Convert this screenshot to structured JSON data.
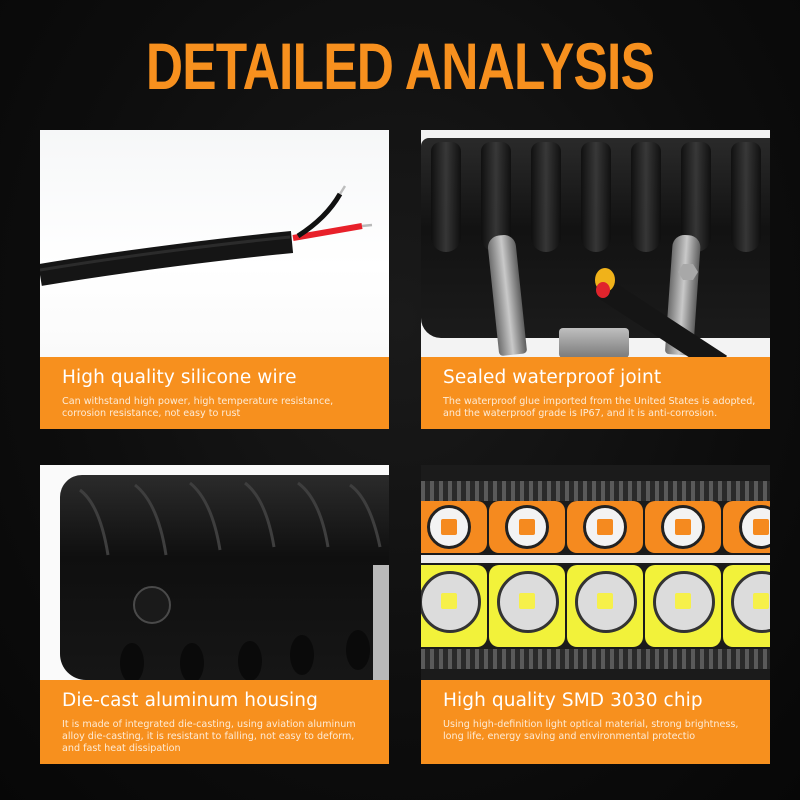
{
  "headline": "DETAILED ANALYSIS",
  "colors": {
    "accent": "#f7901e",
    "background": "#0d0d0d",
    "caption_text": "#ffffff"
  },
  "panels": [
    {
      "id": "silicone-wire",
      "image": "black cable with red and black silicone wires on white background",
      "title": "High quality silicone wire",
      "description_lines": [
        "Can withstand high power, high temperature resistance,",
        "corrosion resistance, not easy to rust"
      ]
    },
    {
      "id": "waterproof-joint",
      "image": "black finned heatsink with steel bracket and sealed cable entry",
      "title": "Sealed waterproof joint",
      "description_lines": [
        "The waterproof glue imported from the United States is adopted,",
        "and the waterproof grade is IP67, and it is anti-corrosion."
      ]
    },
    {
      "id": "aluminum-housing",
      "image": "black die-cast aluminum finned housing end cap",
      "title": "Die-cast aluminum housing",
      "description_lines": [
        "It is made of integrated die-casting, using aviation aluminum",
        "alloy die-casting, it is resistant to falling, not easy to deform,",
        "and fast heat dissipation"
      ]
    },
    {
      "id": "smd-chip",
      "image": "close-up of amber and white LED reflector rows",
      "title": "High quality SMD 3030 chip",
      "description_lines": [
        "Using high-definition light optical material, strong brightness,",
        "long life, energy saving and environmental protectio"
      ]
    }
  ]
}
